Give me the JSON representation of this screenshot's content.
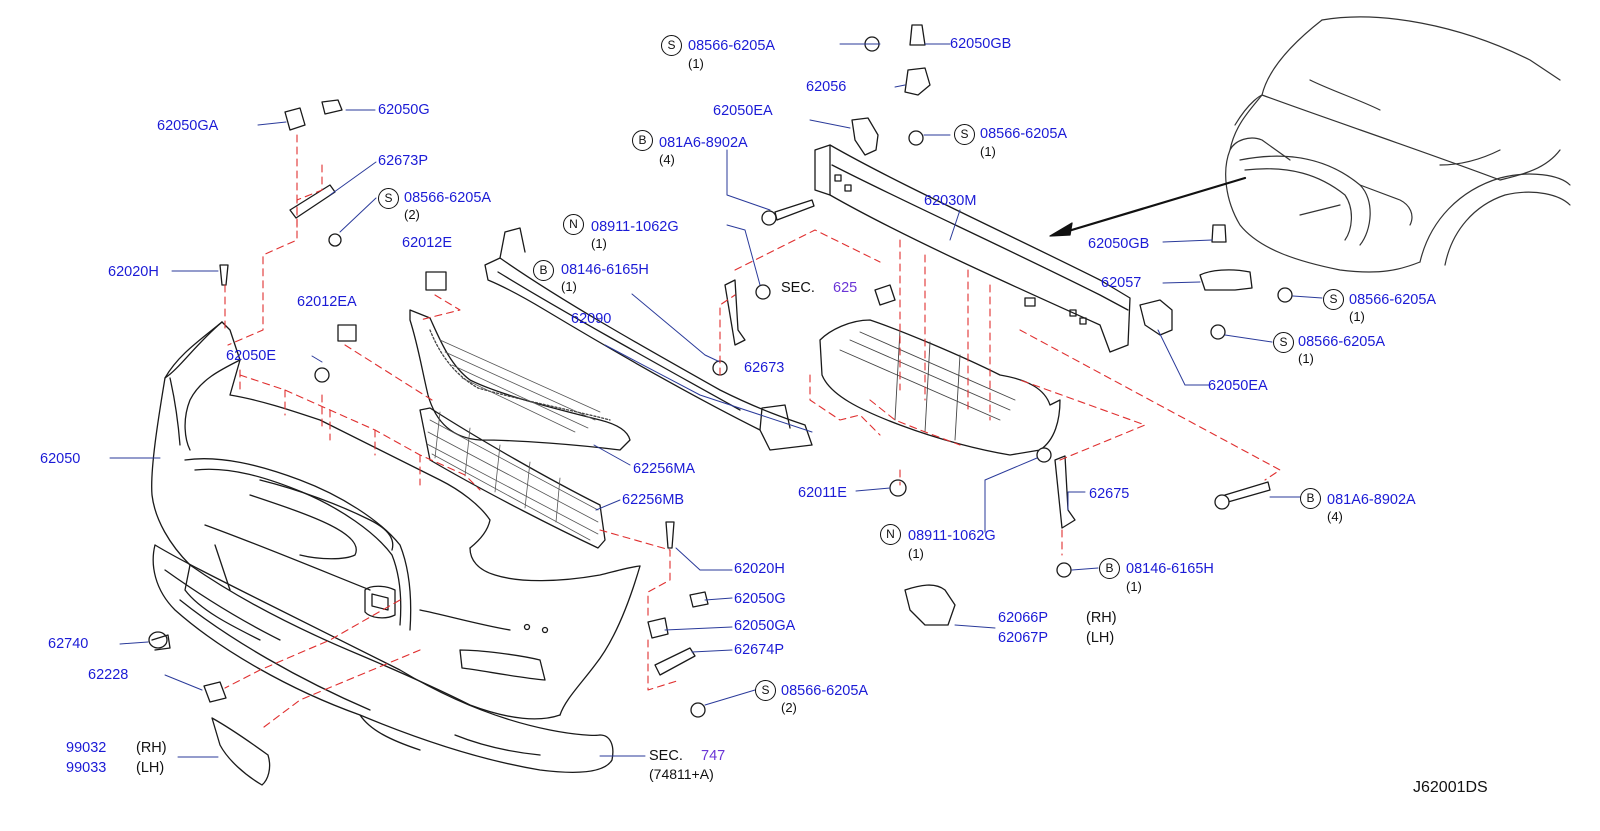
{
  "diagram_code": "J62001DS",
  "parts": {
    "p62050GA_top": "62050GA",
    "p62050G_top": "62050G",
    "p62673P": "62673P",
    "p08566_left": "08566-6205A",
    "p62020H_left": "62020H",
    "p62012E": "62012E",
    "p62012EA": "62012EA",
    "p62050E": "62050E",
    "p62050": "62050",
    "p08911_top": "08911-1062G",
    "p08146_top": "08146-6165H",
    "p62090": "62090",
    "p62673": "62673",
    "p62256MA": "62256MA",
    "p62256MB": "62256MB",
    "p62020H_mid": "62020H",
    "p62050G_mid": "62050G",
    "p62050GA_mid": "62050GA",
    "p62674P": "62674P",
    "p08566_bottom": "08566-6205A",
    "p62740": "62740",
    "p62228": "62228",
    "p99032": "99032",
    "p99033": "99033",
    "p08566_topc": "08566-6205A",
    "p62050GB_top": "62050GB",
    "p62056": "62056",
    "p62050EA_top": "62050EA",
    "p081A6_top": "081A6-8902A",
    "p08566_topc2": "08566-6205A",
    "p62030M": "62030M",
    "p62050GB_right": "62050GB",
    "p62057": "62057",
    "p08566_right1": "08566-6205A",
    "p08566_right2": "08566-6205A",
    "p62050EA_right": "62050EA",
    "p62011E": "62011E",
    "p62675": "62675",
    "p081A6_right": "081A6-8902A",
    "p08911_bottom": "08911-1062G",
    "p08146_bottom": "08146-6165H",
    "p62066P": "62066P",
    "p62067P": "62067P"
  },
  "qty": {
    "q1": "(1)",
    "q2": "(2)",
    "q4": "(4)"
  },
  "symbols": {
    "S": "S",
    "B": "B",
    "N": "N"
  },
  "side": {
    "rh": "(RH)",
    "lh": "(LH)"
  },
  "sections": {
    "sec_prefix": "SEC.",
    "sec625": "625",
    "sec747": "747",
    "sec747_sub": "(74811+A)"
  },
  "colors": {
    "part_link": "#1b1bd6",
    "section_link": "#6a35d6",
    "dash": "#e03030",
    "line": "#1a1a1a"
  }
}
